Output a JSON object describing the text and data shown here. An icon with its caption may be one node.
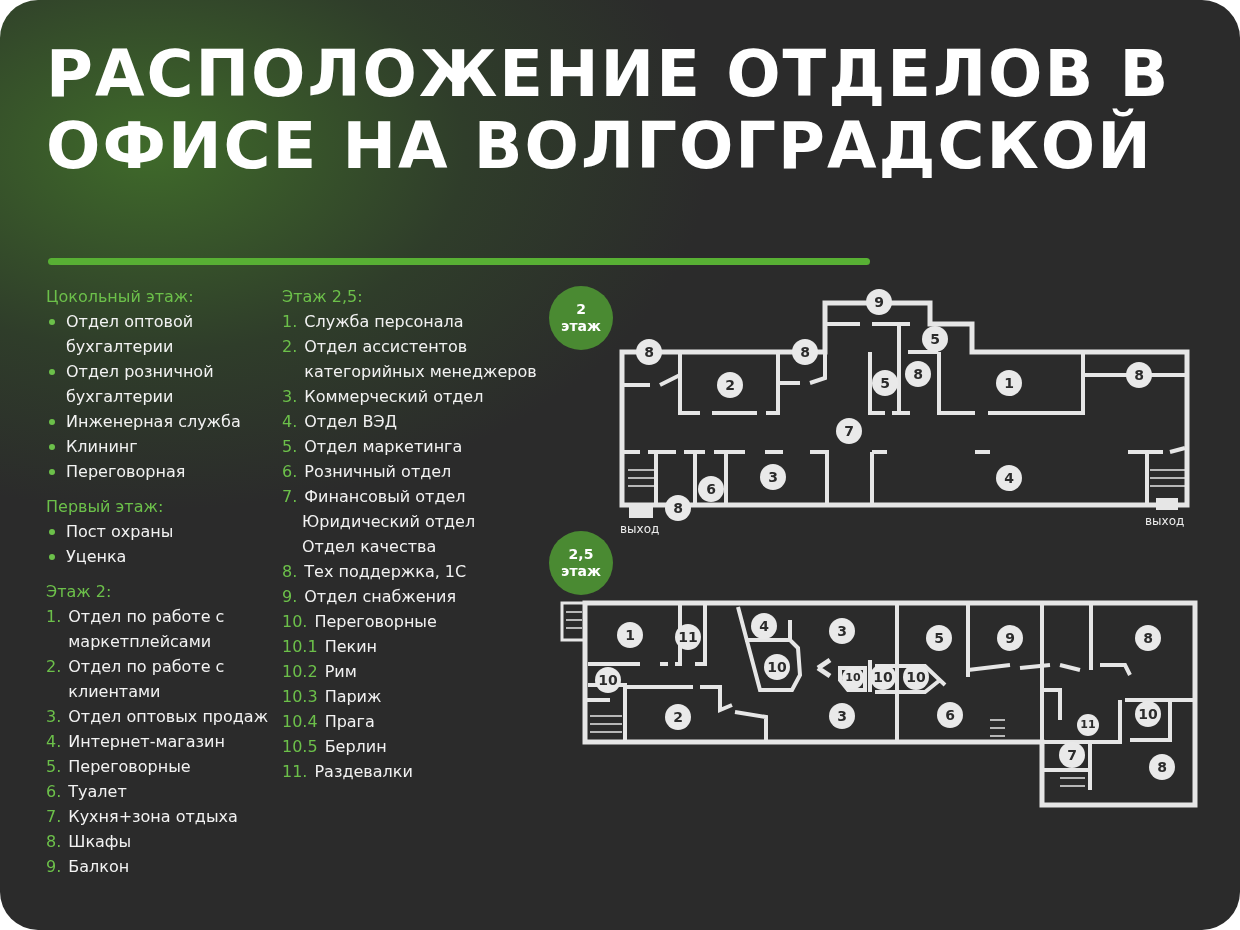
{
  "diagram": {
    "title": "РАСПОЛОЖЕНИЕ ОТДЕЛОВ В ОФИСЕ НА ВОЛГОГРАДСКОЙ",
    "nodes": [
      {
        "text": [
          "2 этаж"
        ]
      },
      {
        "text": [
          "9"
        ]
      },
      {
        "text": [
          "5"
        ]
      },
      {
        "text": [
          "8"
        ]
      },
      {
        "text": [
          "8"
        ]
      },
      {
        "text": [
          "2"
        ]
      },
      {
        "text": [
          "5"
        ]
      },
      {
        "text": [
          "8"
        ]
      },
      {
        "text": [
          "1"
        ]
      },
      {
        "text": [
          "8"
        ]
      },
      {
        "text": [
          "7"
        ]
      },
      {
        "text": [
          "3"
        ]
      },
      {
        "text": [
          "6"
        ]
      },
      {
        "text": [
          "4"
        ]
      },
      {
        "text": [
          "8"
        ]
      },
      {
        "text": [
          "2,5 этаж"
        ]
      },
      {
        "text": [
          "1"
        ]
      },
      {
        "text": [
          "11"
        ]
      },
      {
        "text": [
          "4"
        ]
      },
      {
        "text": [
          "3"
        ]
      },
      {
        "text": [
          "5"
        ]
      },
      {
        "text": [
          "9"
        ]
      },
      {
        "text": [
          "8"
        ]
      },
      {
        "text": [
          "10"
        ]
      },
      {
        "text": [
          "10"
        ]
      },
      {
        "text": [
          "10"
        ]
      },
      {
        "text": [
          "10"
        ]
      },
      {
        "text": [
          "10"
        ]
      },
      {
        "text": [
          "2"
        ]
      },
      {
        "text": [
          "3"
        ]
      },
      {
        "text": [
          "6"
        ]
      },
      {
        "text": [
          "10"
        ]
      },
      {
        "text": [
          "11"
        ]
      },
      {
        "text": [
          "7"
        ]
      },
      {
        "text": [
          "8"
        ]
      }
    ],
    "labels": [
      "Цокольный этаж:",
      "Отдел оптовой бухгалтерии",
      "Отдел розничной бухгалтерии",
      "Инженерная служба",
      "Клининг",
      "Переговорная",
      "Первый этаж:",
      "Пост охраны",
      "Уценка",
      "Этаж 2:",
      "1.",
      "Отдел по работе с маркетплейсами",
      "2.",
      "Отдел по работе с клиентами",
      "3.",
      "Отдел оптовых продаж",
      "4.",
      "Интернет-магазин",
      "5.",
      "Переговорные",
      "6.",
      "Туалет",
      "7.",
      "Кухня+зона отдыха",
      "8.",
      "Шкафы",
      "9.",
      "Балкон",
      "Этаж 2,5:",
      "1.",
      "Служба персонала",
      "2.",
      "Отдел ассистентов категорийных менеджеров",
      "3.",
      "Коммерческий отдел",
      "4.",
      "Отдел ВЭД",
      "5.",
      "Отдел маркетинга",
      "6.",
      "Розничный отдел",
      "7.",
      "Финансовый отдел",
      "Юридический отдел",
      "Отдел качества",
      "8.",
      "Тех поддержка, 1С",
      "9.",
      "Отдел снабжения",
      "10.",
      "Переговорные",
      "10.1",
      "Пекин",
      "10.2",
      "Рим",
      "10.3",
      "Париж",
      "10.4",
      "Прага",
      "10.5",
      "Берлин",
      "11.",
      "Раздевалки",
      "выход",
      "выход"
    ]
  }
}
